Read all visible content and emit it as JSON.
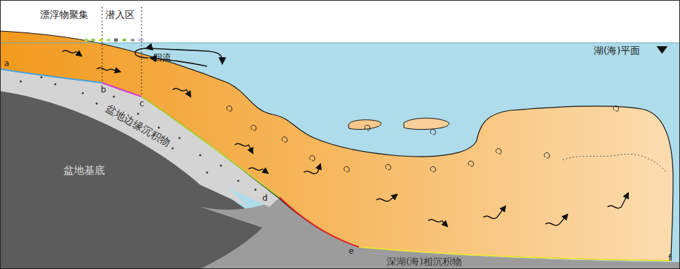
{
  "diagram": {
    "labels": [
      "漂浮物聚集",
      "潜入区",
      "湖(海)平面",
      "回流",
      "盆地边缘沉积物",
      "盆地基底",
      "深湖(海)相沉积物",
      "a",
      "b",
      "c",
      "d",
      "e",
      "f"
    ]
  }
}
